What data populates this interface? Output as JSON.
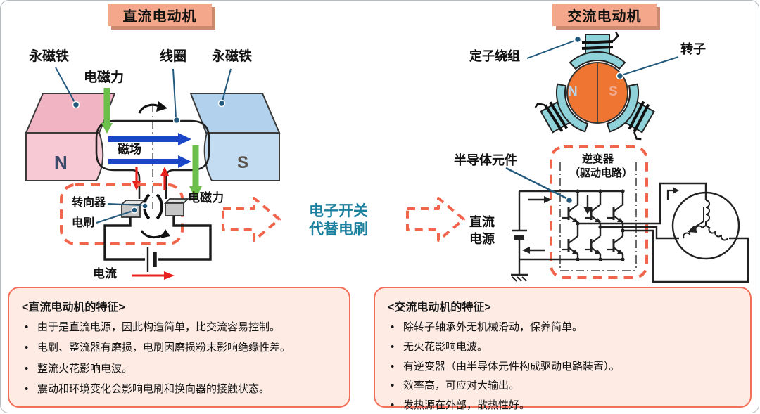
{
  "panel_titles": {
    "dc": "直流电动机",
    "ac": "交流电动机"
  },
  "dc_diagram": {
    "labels": {
      "magnet_left": "永磁铁",
      "em_force_top": "电磁力",
      "coil": "线圈",
      "magnet_right": "永磁铁",
      "field": "磁场",
      "pole_n": "N",
      "pole_s": "S",
      "commutator": "转向器",
      "brush": "电刷",
      "em_force_right": "电磁力",
      "current": "电流"
    }
  },
  "center_note": {
    "line1": "电子开关",
    "line2": "代替电刷"
  },
  "ac_diagram": {
    "labels": {
      "stator_winding": "定子绕组",
      "rotor": "转子",
      "pole_n": "N",
      "pole_s": "S",
      "semiconductor": "半导体元件",
      "inverter_line1": "逆变器",
      "inverter_line2": "（驱动电路）",
      "dc_source_line1": "直流",
      "dc_source_line2": "电源"
    }
  },
  "dc_features": {
    "title": "<直流电动机的特征>",
    "items": [
      "由于是直流电源，因此构造简单，比交流容易控制。",
      "电刷、整流器有磨损，电刷因磨损粉末影响绝缘性差。",
      "整流火花影响电波。",
      "震动和环境变化会影响电刷和换向器的接触状态。"
    ]
  },
  "ac_features": {
    "title": "<交流电动机的特征>",
    "items": [
      "除转子轴承外无机械滑动，保养简单。",
      "无火花影响电波。",
      "有逆变器（由半导体元件构成驱动电路装置）。",
      "效率高，可应对大输出。",
      "发热源在外部，散热性好。"
    ]
  },
  "colors": {
    "title_bg": "#f4a78a",
    "title_shadow": "#cb8a6f",
    "feature_box_bg": "#fdebe4",
    "feature_box_border": "#f2705a",
    "dashed_red": "#f2654d",
    "note_teal": "#1b7f9e",
    "field_arrow_blue": "#1c46c8",
    "force_arrow_green": "#6cbf4a",
    "current_arrow_red": "#e8211d",
    "rotor_orange": "#ee7632",
    "stator_teal": "#8fd2da",
    "magnet_pink": "#f6c9d4",
    "magnet_blue": "#c3dcf2",
    "leader_line": "#23597c"
  }
}
